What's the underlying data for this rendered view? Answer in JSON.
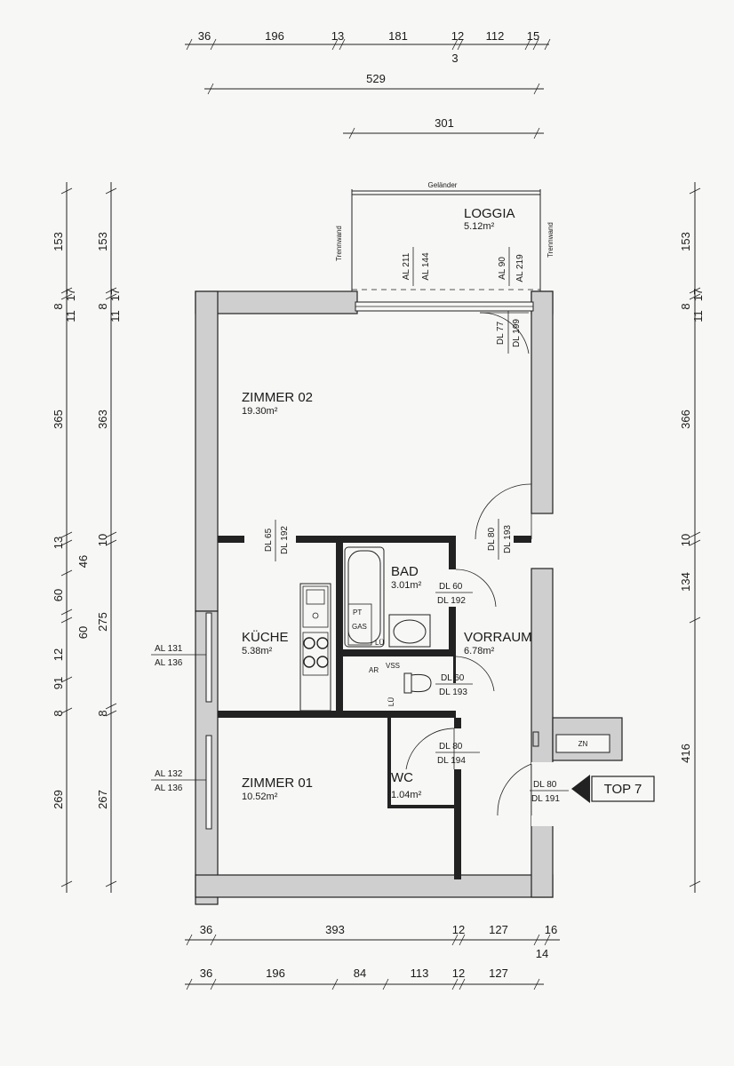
{
  "dims": {
    "top1": [
      "36",
      "196",
      "13",
      "181",
      "12",
      "112",
      "15"
    ],
    "top1_sub": "3",
    "top2": "529",
    "top3": "301",
    "bot1": [
      "36",
      "393",
      "12",
      "127",
      "16"
    ],
    "bot1_sub": "14",
    "bot2": [
      "36",
      "196",
      "84",
      "113",
      "12",
      "127"
    ],
    "left_outer": [
      "153",
      "8",
      "11",
      "17",
      "365",
      "13",
      "46",
      "60",
      "12",
      "91",
      "8",
      "269"
    ],
    "left_inner": [
      "153",
      "8",
      "11",
      "17",
      "363",
      "10",
      "275",
      "60",
      "8",
      "267"
    ],
    "right": [
      "153",
      "8",
      "11",
      "17",
      "366",
      "10",
      "134",
      "416"
    ]
  },
  "rooms": {
    "loggia": {
      "name": "LOGGIA",
      "area": "5.12m²"
    },
    "zimmer02": {
      "name": "ZIMMER 02",
      "area": "19.30m²"
    },
    "bad": {
      "name": "BAD",
      "area": "3.01m²"
    },
    "kueche": {
      "name": "KÜCHE",
      "area": "5.38m²"
    },
    "vorraum": {
      "name": "VORRAUM",
      "area": "6.78m²"
    },
    "zimmer01": {
      "name": "ZIMMER 01",
      "area": "10.52m²"
    },
    "wc": {
      "name": "WC",
      "area": "1.04m²"
    }
  },
  "labels": {
    "gelaender": "Geländer",
    "trennwand": "Trennwand",
    "al211": "AL 211",
    "al144": "AL 144",
    "al90": "AL 90",
    "al219": "AL 219",
    "dl77": "DL 77",
    "dl199": "DL 199",
    "dl65": "DL 65",
    "dl192": "DL 192",
    "dl80": "DL 80",
    "dl193": "DL 193",
    "bad_dl60": "DL 60",
    "bad_dl192": "DL 192",
    "wc_dl60": "DL 60",
    "wc_dl193": "DL 193",
    "wc_dl80": "DL 80",
    "wc_dl194": "DL 194",
    "entry_dl80": "DL 80",
    "entry_dl191": "DL 191",
    "al131": "AL 131",
    "al136a": "AL 136",
    "al132": "AL 132",
    "al136b": "AL 136",
    "pt": "PT",
    "gas": "GAS",
    "lue1": "LÜ",
    "lue2": "LÜ",
    "ar": "AR",
    "vss": "VSS",
    "zn": "ZN",
    "top": "TOP 7"
  }
}
